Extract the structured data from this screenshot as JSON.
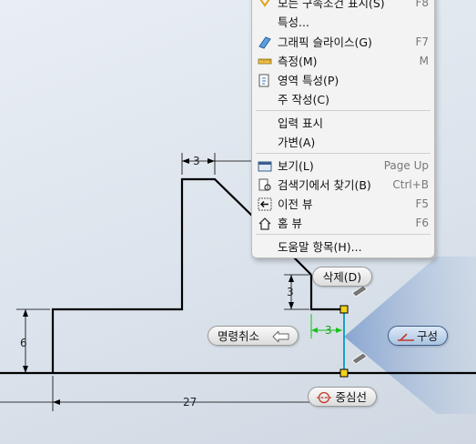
{
  "menu": {
    "items": [
      {
        "label": "모든 구속조건 표시(S)",
        "shortcut": "F8",
        "icon": "constraint-icon"
      },
      {
        "label": "특성...",
        "shortcut": "",
        "icon": ""
      },
      {
        "label": "그래픽 슬라이스(G)",
        "shortcut": "F7",
        "icon": "slice-icon"
      },
      {
        "label": "측정(M)",
        "shortcut": "M",
        "icon": "ruler-icon"
      },
      {
        "label": "영역 특성(P)",
        "shortcut": "",
        "icon": "region-icon"
      },
      {
        "label": "주 작성(C)",
        "shortcut": "",
        "icon": ""
      },
      {
        "label": "입력 표시",
        "shortcut": "",
        "icon": ""
      },
      {
        "label": "가변(A)",
        "shortcut": "",
        "icon": ""
      },
      {
        "label": "보기(L)",
        "shortcut": "Page Up",
        "icon": "view-icon"
      },
      {
        "label": "검색기에서 찾기(B)",
        "shortcut": "Ctrl+B",
        "icon": "browser-find-icon"
      },
      {
        "label": "이전 뷰",
        "shortcut": "F5",
        "icon": "previous-view-icon"
      },
      {
        "label": "홈 뷰",
        "shortcut": "F6",
        "icon": "home-icon"
      },
      {
        "label": "도움말 항목(H)...",
        "shortcut": "",
        "icon": ""
      }
    ]
  },
  "marking_menu": {
    "delete_label": "삭제(D)",
    "cancel_label": "명령취소",
    "construction_label": "구성",
    "centerline_label": "중심선"
  },
  "dimensions": {
    "top_width": "3",
    "right_step": "3",
    "green_width": "3",
    "left_height": "6",
    "bottom_length": "27"
  },
  "colors": {
    "accent_blue": "#4f7fc0",
    "sketch_green": "#16c316",
    "selected_line": "#1aa0c8",
    "point_yellow": "#f2d21a"
  }
}
